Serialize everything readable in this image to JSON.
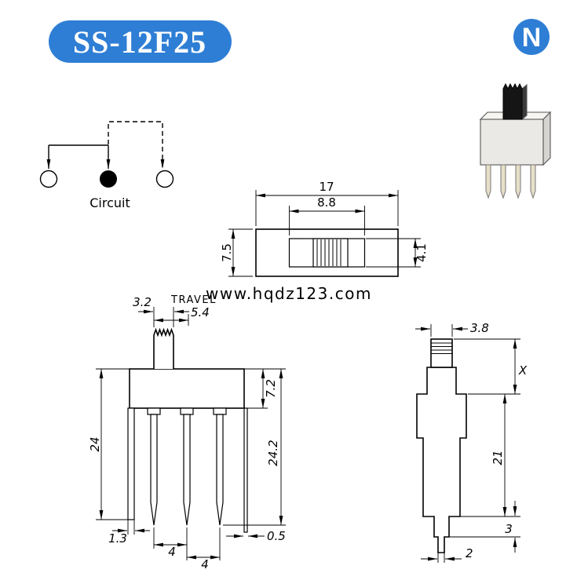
{
  "header": {
    "part_number": "SS-12F25",
    "logo_letter": "N"
  },
  "watermark": "www.hqdz123.com",
  "circuit": {
    "label": "Circuit"
  },
  "views": {
    "top": {
      "overall_width": "17",
      "slot_width": "8.8",
      "overall_depth": "7.5",
      "slot_depth": "4.1"
    },
    "front": {
      "knob_width": "3.2",
      "travel_label": "TRAVEL",
      "travel": "5.4",
      "body_height": "7.2",
      "left_height": "24",
      "right_height": "24.2",
      "leg_width": "1.3",
      "pin_pitch_a": "4",
      "pin_pitch_b": "4",
      "pin_width": "0.5"
    },
    "side": {
      "knob_width": "3.8",
      "upper_height": "X",
      "body_height": "21",
      "foot_height": "3",
      "pin_width": "2"
    }
  },
  "colors": {
    "accent": "#2e7ed5",
    "knob": "#151515",
    "pin": "#e7dfc8",
    "body": "#ebe9e6",
    "watermark": "#cdcdcd"
  }
}
